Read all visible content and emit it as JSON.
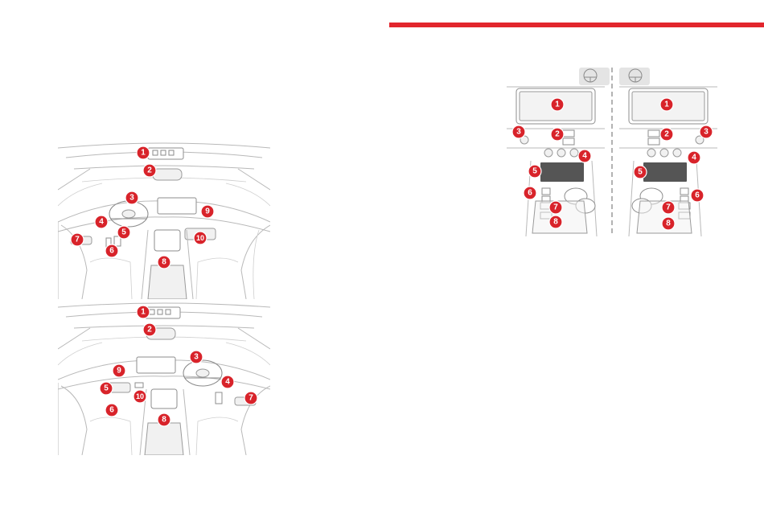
{
  "colors": {
    "accent": "#e2262d",
    "line": "#b9b9b9",
    "callout_fill": "#d8232a"
  },
  "top_left_diagram": {
    "callouts": [
      {
        "id": "c1",
        "label": "1"
      },
      {
        "id": "c2",
        "label": "2"
      },
      {
        "id": "c3",
        "label": "3"
      },
      {
        "id": "c4",
        "label": "4"
      },
      {
        "id": "c5",
        "label": "5"
      },
      {
        "id": "c6",
        "label": "6"
      },
      {
        "id": "c7",
        "label": "7"
      },
      {
        "id": "c8",
        "label": "8"
      },
      {
        "id": "c9",
        "label": "9"
      },
      {
        "id": "c10",
        "label": "10"
      }
    ]
  },
  "bottom_left_diagram": {
    "callouts": [
      {
        "id": "c1",
        "label": "1"
      },
      {
        "id": "c2",
        "label": "2"
      },
      {
        "id": "c3",
        "label": "3"
      },
      {
        "id": "c4",
        "label": "4"
      },
      {
        "id": "c5",
        "label": "5"
      },
      {
        "id": "c6",
        "label": "6"
      },
      {
        "id": "c7",
        "label": "7"
      },
      {
        "id": "c8",
        "label": "8"
      },
      {
        "id": "c9",
        "label": "9"
      },
      {
        "id": "c10",
        "label": "10"
      }
    ]
  },
  "console_left_panel": {
    "callouts": [
      {
        "id": "c1",
        "label": "1"
      },
      {
        "id": "c2",
        "label": "2"
      },
      {
        "id": "c3",
        "label": "3"
      },
      {
        "id": "c4",
        "label": "4"
      },
      {
        "id": "c5",
        "label": "5"
      },
      {
        "id": "c6",
        "label": "6"
      },
      {
        "id": "c7",
        "label": "7"
      },
      {
        "id": "c8",
        "label": "8"
      }
    ]
  },
  "console_right_panel": {
    "callouts": [
      {
        "id": "c1",
        "label": "1"
      },
      {
        "id": "c2",
        "label": "2"
      },
      {
        "id": "c3",
        "label": "3"
      },
      {
        "id": "c4",
        "label": "4"
      },
      {
        "id": "c5",
        "label": "5"
      },
      {
        "id": "c6",
        "label": "6"
      },
      {
        "id": "c7",
        "label": "7"
      },
      {
        "id": "c8",
        "label": "8"
      }
    ]
  }
}
